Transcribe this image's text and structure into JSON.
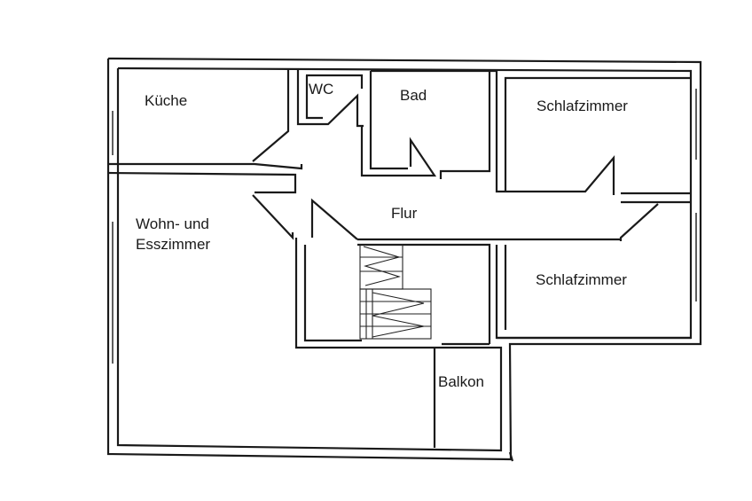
{
  "rooms": {
    "kueche": "Küche",
    "wc": "WC",
    "bad": "Bad",
    "schlafzimmer_1": "Schlafzimmer",
    "wohn_line1": "Wohn- und",
    "wohn_line2": "Esszimmer",
    "flur": "Flur",
    "schlafzimmer_2": "Schlafzimmer",
    "balkon": "Balkon"
  }
}
